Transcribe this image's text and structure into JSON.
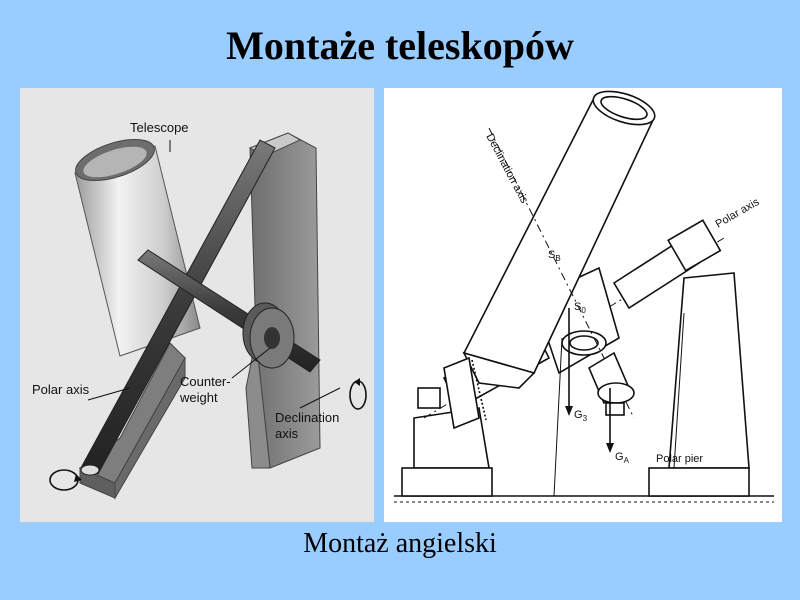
{
  "slide": {
    "title": "Montaże teleskopów",
    "caption": "Montaż angielski"
  },
  "left_diagram": {
    "labels": {
      "telescope": "Telescope",
      "polar_axis": "Polar axis",
      "counterweight_1": "Counter-",
      "counterweight_2": "weight",
      "declination_1": "Declination",
      "declination_2": "axis"
    }
  },
  "right_diagram": {
    "labels": {
      "declination_axis": "Declination axis",
      "polar_axis": "Polar axis",
      "polar_pier": "Polar pier",
      "s_b": "S",
      "s_b_sub": "B",
      "s_0": "S",
      "s_0_sub": "0",
      "g_3": "G",
      "g_3_sub": "3",
      "g_a": "G",
      "g_a_sub": "A"
    }
  },
  "colors": {
    "background": "#99ccff",
    "left_panel": "#e6e6e6",
    "right_panel": "#ffffff"
  }
}
